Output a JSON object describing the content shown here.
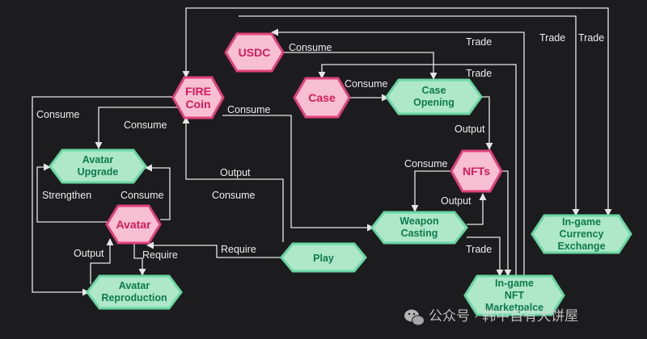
{
  "nodes": {
    "usdc": "USDC",
    "fire_coin": [
      "FIRE",
      "Coin"
    ],
    "case": "Case",
    "case_opening": [
      "Case",
      "Opening"
    ],
    "nfts": "NFTs",
    "avatar_upgrade": [
      "Avatar",
      "Upgrade"
    ],
    "avatar": "Avatar",
    "weapon_casting": [
      "Weapon",
      "Casting"
    ],
    "play": "Play",
    "avatar_reproduction": [
      "Avatar",
      "Reproduction"
    ],
    "in_game_currency_exchange": [
      "In-game",
      "Currency",
      "Exchange"
    ],
    "in_game_nft_marketplace": [
      "In-game",
      "NFT",
      "Marketpalce"
    ]
  },
  "edge_labels": {
    "usdc_consume": "Consume",
    "trade_usdc": "Trade",
    "trade_exchange_1": "Trade",
    "trade_exchange_2": "Trade",
    "trade_case": "Trade",
    "case_consume": "Consume",
    "fire_consume_left": "Consume",
    "fire_consume_upgrade": "Consume",
    "fire_consume_weapon": "Consume",
    "case_opening_output": "Output",
    "nfts_consume": "Consume",
    "weapon_output": "Output",
    "play_output": "Output",
    "play_consume": "Consume",
    "strengthen": "Strengthen",
    "avatar_consume": "Consume",
    "require_play": "Require",
    "require_reproduction": "Require",
    "reproduction_output": "Output",
    "weapon_trade": "Trade"
  },
  "watermark": {
    "icon": "wechat-icon",
    "text": "公众号 · 韩中自有大饼屋"
  },
  "colors": {
    "background": "#1c1c1e",
    "green_fill": "#aee8c9",
    "green_stroke": "#6ad7a3",
    "green_text": "#0f7a4f",
    "pink_fill": "#f7bfd2",
    "pink_stroke": "#e0427a",
    "pink_text": "#d31c5b",
    "line": "#e6e6e6"
  }
}
